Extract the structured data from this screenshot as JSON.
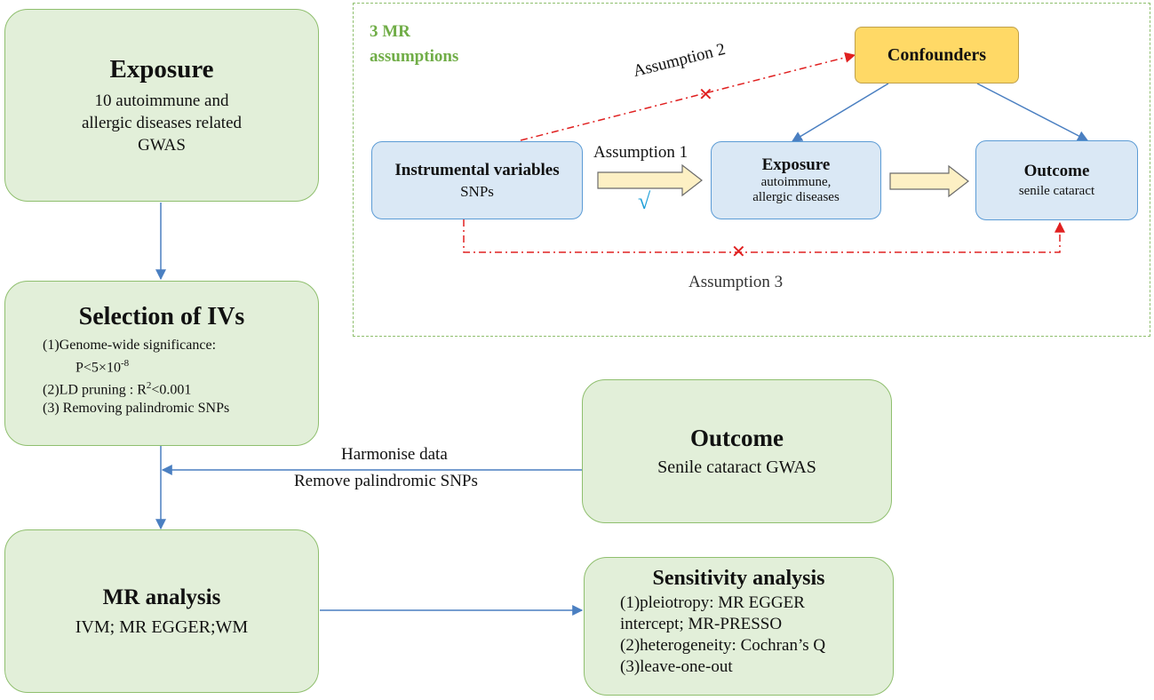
{
  "mr_panel": {
    "title_line1": "3 MR",
    "title_line2": "assumptions",
    "confounders": "Confounders",
    "instrumental": {
      "title": "Instrumental variables",
      "sub": "SNPs"
    },
    "exposure": {
      "title": "Exposure",
      "sub1": "autoimmune,",
      "sub2": "allergic diseases"
    },
    "outcome": {
      "title": "Outcome",
      "sub": "senile  cataract"
    },
    "assumption1": "Assumption 1",
    "assumption2": "Assumption 2",
    "assumption3": "Assumption 3",
    "check_mark": "√",
    "cross_mark": "✕"
  },
  "exposure_box": {
    "title": "Exposure",
    "line1": "10 autoimmune  and",
    "line2": "allergic  diseases related",
    "line3": "GWAS"
  },
  "selection_box": {
    "title": "Selection of IVs",
    "item1": "(1)Genome-wide  significance:",
    "item1_value": "P<5×10",
    "item1_exp": "-8",
    "item2_prefix": "(2)LD pruning  : R",
    "item2_exp": "2",
    "item2_suffix": "<0.001",
    "item3": "(3) Removing  palindromic  SNPs"
  },
  "harmonise": {
    "line1": "Harmonise data",
    "line2": "Remove palindromic  SNPs"
  },
  "outcome_box": {
    "title": "Outcome",
    "line1": "Senile  cataract  GWAS"
  },
  "mr_analysis_box": {
    "title": "MR analysis",
    "line1": "IVM;  MR EGGER;WM"
  },
  "sensitivity_box": {
    "title": "Sensitivity analysis",
    "item1": "(1)pleiotropy:  MR EGGER",
    "item1b": "intercept;  MR-PRESSO",
    "item2": "(2)heterogeneity:  Cochran’s Q",
    "item3": "(3)leave-one-out"
  },
  "colors": {
    "green_fill": "#e2efd9",
    "green_border": "#8fbf6e",
    "blue_fill": "#dae8f5",
    "blue_border": "#5b9bd5",
    "confounder_fill": "#ffd966",
    "red_dash": "#e02020",
    "title_green": "#70ad47",
    "check_blue": "#1e9fd8"
  }
}
